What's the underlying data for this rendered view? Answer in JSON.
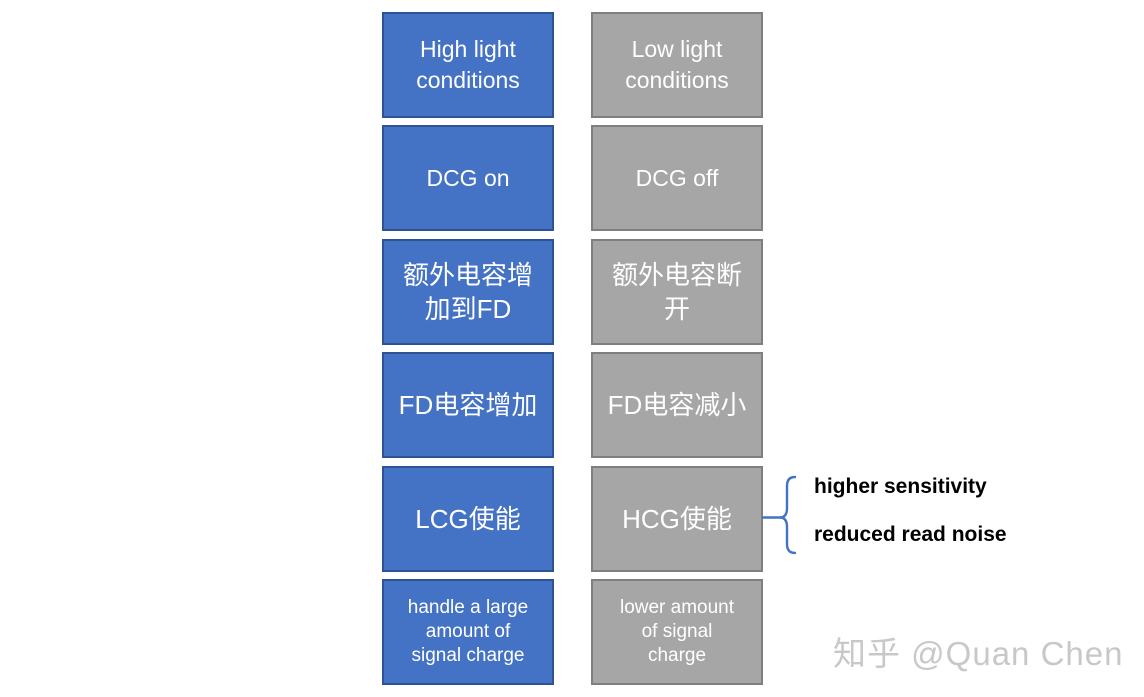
{
  "diagram": {
    "title_hint": "DCG on vs DCG off comparison flow",
    "left_column": {
      "theme": {
        "fill": "#4472C4",
        "border": "#2E5395",
        "text_color": "#FFFFFF"
      },
      "boxes": [
        "High light\nconditions",
        "DCG on",
        "额外电容增\n加到FD",
        "FD电容增加",
        "LCG使能",
        "handle a large\namount of\nsignal charge"
      ]
    },
    "right_column": {
      "theme": {
        "fill": "#A6A6A6",
        "border": "#7F7F7F",
        "text_color": "#FFFFFF"
      },
      "boxes": [
        "Low light\nconditions",
        "DCG off",
        "额外电容断\n开",
        "FD电容减小",
        "HCG使能",
        "lower amount\nof signal\ncharge"
      ]
    },
    "hcg_annotations": {
      "brace_color": "#4472C4",
      "items": [
        "higher sensitivity",
        "reduced read noise"
      ]
    }
  },
  "watermark": {
    "text": "知乎 @Quan Chen"
  }
}
